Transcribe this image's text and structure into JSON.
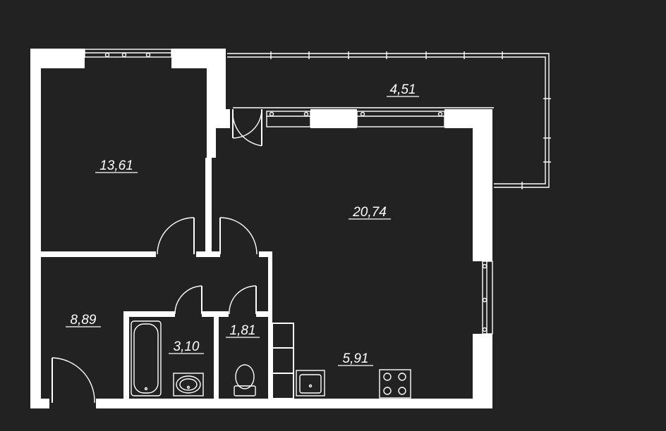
{
  "rooms": {
    "balcony": {
      "area": "4,51"
    },
    "bedroom": {
      "area": "13,61"
    },
    "living": {
      "area": "20,74"
    },
    "hall": {
      "area": "8,89"
    },
    "bathroom": {
      "area": "3,10"
    },
    "wc": {
      "area": "1,81"
    },
    "kitchen": {
      "area": "5,91"
    }
  },
  "colors": {
    "background": "#222222",
    "lines": "#ffffff"
  }
}
